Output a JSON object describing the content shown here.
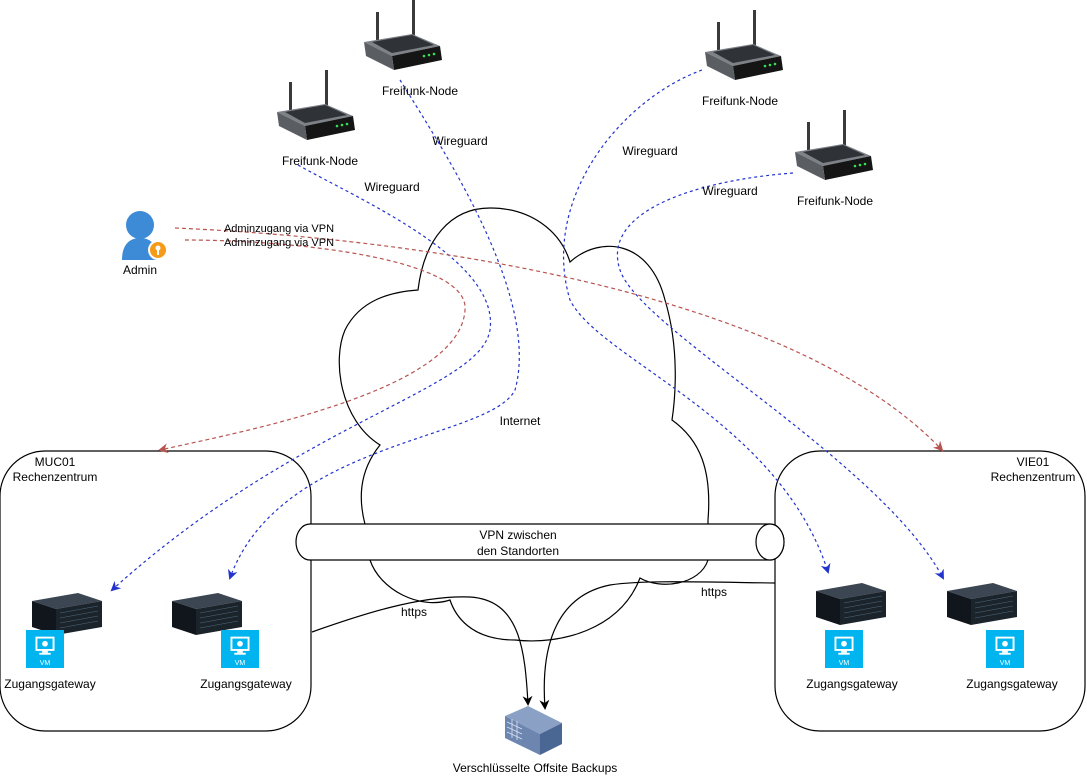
{
  "diagram": {
    "cloud": {
      "label": "Internet"
    },
    "tunnel": {
      "label_line1": "VPN zwischen",
      "label_line2": "den Standorten"
    },
    "admin": {
      "label": "Admin",
      "link_labels": [
        "Adminzugang via VPN",
        "Adminzugang via VPN"
      ],
      "accent": "#f59b1a",
      "person_color": "#3d8bd6"
    },
    "freifunk_nodes": [
      {
        "label": "Freifunk-Node",
        "link_label": "Wireguard"
      },
      {
        "label": "Freifunk-Node",
        "link_label": "Wireguard"
      },
      {
        "label": "Freifunk-Node",
        "link_label": "Wireguard"
      },
      {
        "label": "Freifunk-Node",
        "link_label": "Wireguard"
      }
    ],
    "datacenters": [
      {
        "name_line1": "MUC01",
        "name_line2": "Rechenzentrum",
        "gateways": [
          {
            "label": "Zugangsgateway",
            "vm_badge": "VM"
          },
          {
            "label": "Zugangsgateway",
            "vm_badge": "VM"
          }
        ],
        "https_label": "https"
      },
      {
        "name_line1": "VIE01",
        "name_line2": "Rechenzentrum",
        "gateways": [
          {
            "label": "Zugangsgateway",
            "vm_badge": "VM"
          },
          {
            "label": "Zugangsgateway",
            "vm_badge": "VM"
          }
        ],
        "https_label": "https"
      }
    ],
    "backup": {
      "label": "Verschlüsselte Offsite Backups"
    },
    "colors": {
      "wireguard_link": "#2233cc",
      "admin_link": "#b85450",
      "vm_badge": "#00b4f0",
      "storage": "#6d86b0"
    }
  }
}
